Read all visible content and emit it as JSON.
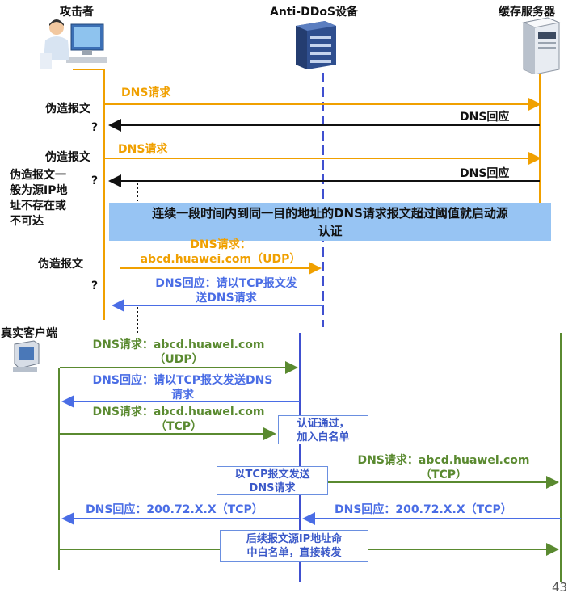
{
  "header": {
    "attacker": "攻击者",
    "device": "Anti-DDoS设备",
    "server": "缓存服务器"
  },
  "phase1": {
    "fake1": "伪造报文",
    "q1": "?",
    "dns_req1": "DNS请求",
    "dns_resp1": "DNS回应",
    "fake2": "伪造报文",
    "q2": "?",
    "dns_req2": "DNS请求",
    "dns_resp2": "DNS回应",
    "fake_note": "伪造报文一\n般为源IP地\n址不存在或\n不可达",
    "banner": "连续一段时间内到同一目的地址的DNS请求报文超过阈值就启动源\n认证",
    "fake3": "伪造报文",
    "q3": "?",
    "dns_req3": "DNS请求：\nabcd.huawei.com（UDP）",
    "dns_resp3": "DNS回应：请以TCP报文发\n送DNS请求"
  },
  "phase2": {
    "client": "真实客户端",
    "req_udp": "DNS请求：abcd.huawel.com\n（UDP）",
    "resp_tcp": "DNS回应：请以TCP报文发送DNS\n请求",
    "req_tcp": "DNS请求：abcd.huawel.com\n（TCP）",
    "auth_box": "认证通过，\n加入白名单",
    "fwd_box": "以TCP报文发送\nDNS请求",
    "fwd_req": "DNS请求：abcd.huawel.com\n（TCP）",
    "resp_server": "DNS回应：200.72.X.X（TCP）",
    "resp_client": "DNS回应：200.72.X.X（TCP）",
    "whitelist_box": "后续报文源IP地址命\n中白名单，直接转发"
  },
  "page_number": "43",
  "colors": {
    "orange": "#f0a000",
    "blue": "#4a6de5",
    "green": "#5a8a30",
    "banner": "#97c4f3",
    "device_line": "#4050d0"
  },
  "icons": [
    "attacker-person-icon",
    "firewall-device-icon",
    "server-tower-icon",
    "client-computer-icon"
  ]
}
